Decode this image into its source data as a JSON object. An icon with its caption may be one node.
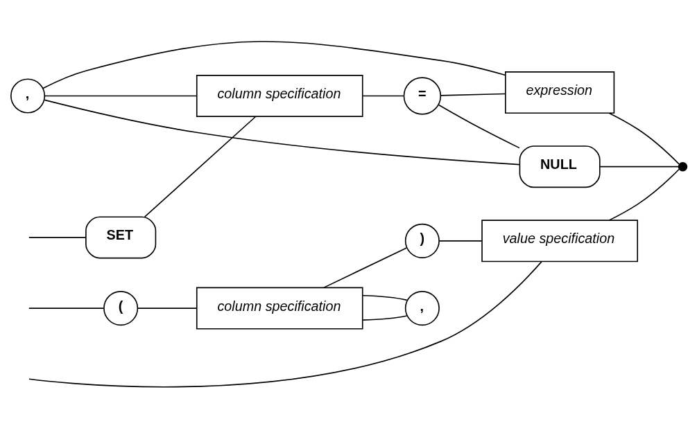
{
  "diagram": {
    "nodes": [
      {
        "text": [
          ","
        ]
      },
      {
        "text": [
          "SET"
        ]
      },
      {
        "text": [
          "column specification"
        ]
      },
      {
        "text": [
          "="
        ]
      },
      {
        "text": [
          "expression"
        ]
      },
      {
        "text": [
          "NULL"
        ]
      },
      {
        "text": [],
        "shape": "dot"
      },
      {
        "text": [
          ","
        ]
      },
      {
        "text": [
          "("
        ]
      },
      {
        "text": [
          "column specification"
        ]
      },
      {
        "text": [
          ")"
        ]
      },
      {
        "text": [
          "value specification"
        ]
      }
    ],
    "edges": [
      {
        "from": null,
        "to": 1,
        "arrow": "none"
      },
      {
        "from": 1,
        "to": 2,
        "arrow": "none"
      },
      {
        "from": 2,
        "to": 3,
        "arrow": "none"
      },
      {
        "from": 3,
        "to": 4,
        "arrow": "none"
      },
      {
        "from": 3,
        "to": 5,
        "arrow": "none"
      },
      {
        "from": 4,
        "to": 0,
        "arrow": "none"
      },
      {
        "from": 5,
        "to": 0,
        "arrow": "none"
      },
      {
        "from": 0,
        "to": 2,
        "arrow": "none"
      },
      {
        "from": 4,
        "to": 6,
        "arrow": "none"
      },
      {
        "from": 5,
        "to": 6,
        "arrow": "none"
      },
      {
        "from": null,
        "to": 8,
        "arrow": "none"
      },
      {
        "from": null,
        "to": 11,
        "arrow": "none"
      },
      {
        "from": 8,
        "to": 9,
        "arrow": "none"
      },
      {
        "from": 9,
        "to": 7,
        "arrow": "none"
      },
      {
        "from": 7,
        "to": 9,
        "arrow": "none"
      },
      {
        "from": 9,
        "to": 10,
        "arrow": "none"
      },
      {
        "from": 10,
        "to": 11,
        "arrow": "none"
      },
      {
        "from": 11,
        "to": 6,
        "arrow": "none"
      }
    ]
  }
}
